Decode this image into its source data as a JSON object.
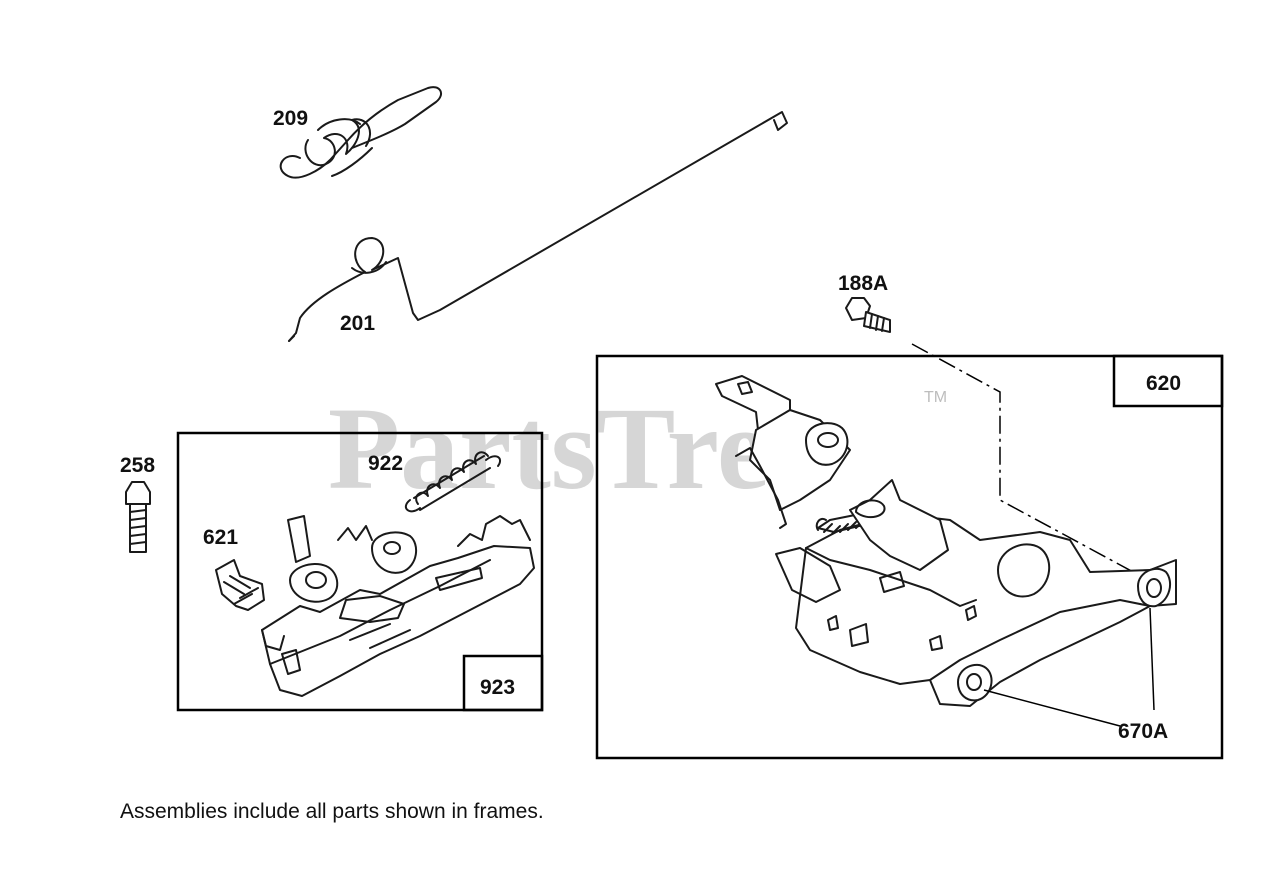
{
  "watermark": {
    "text": "PartsTree",
    "trademark": "TM"
  },
  "parts": [
    {
      "id": "p209",
      "label": "209"
    },
    {
      "id": "p201",
      "label": "201"
    },
    {
      "id": "p188A",
      "label": "188A"
    },
    {
      "id": "p258",
      "label": "258"
    },
    {
      "id": "p922",
      "label": "922"
    },
    {
      "id": "p621",
      "label": "621"
    },
    {
      "id": "p923",
      "label": "923"
    },
    {
      "id": "p620",
      "label": "620"
    },
    {
      "id": "p670A",
      "label": "670A"
    }
  ],
  "caption": "Assemblies include all parts shown in frames."
}
